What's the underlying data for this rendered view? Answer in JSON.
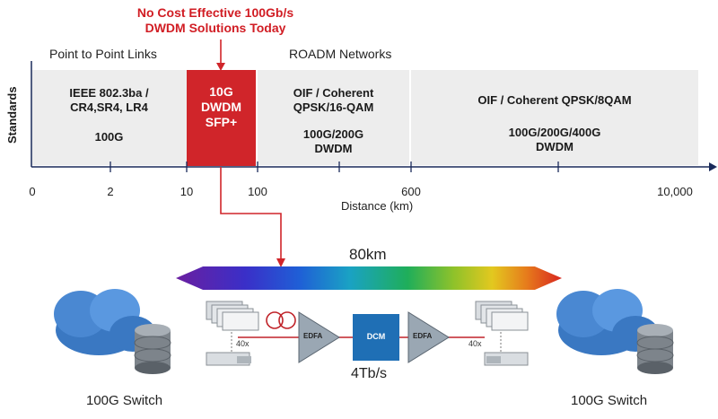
{
  "callout": {
    "line1": "No Cost Effective 100Gb/s",
    "line2": "DWDM Solutions Today"
  },
  "sections": {
    "left": "Point to Point Links",
    "right": "ROADM Networks"
  },
  "yaxis_label": "Standards",
  "cells": [
    {
      "line1": "IEEE 802.3ba /",
      "line2": "CR4,SR4, LR4",
      "line3": "100G"
    },
    {
      "line1": "10G",
      "line2": "DWDM",
      "line3": "SFP+"
    },
    {
      "line1": "OIF / Coherent",
      "line2": "QPSK/16-QAM",
      "line3": "100G/200G",
      "line4": "DWDM"
    },
    {
      "line1": "OIF / Coherent QPSK/8QAM",
      "line2": "100G/200G/400G",
      "line3": "DWDM"
    }
  ],
  "ticks": [
    "0",
    "2",
    "10",
    "100",
    "600",
    "10,000"
  ],
  "xaxis_label": "Distance (km)",
  "span_label": "80km",
  "components": {
    "amp1": "EDFA",
    "dcm": "DCM",
    "amp2": "EDFA",
    "count_left": "40x",
    "count_right": "40x"
  },
  "capacity_label": "4Tb/s",
  "switch_left": "100G Switch",
  "switch_right": "100G Switch",
  "colors": {
    "accent": "#d0252a",
    "band": "#ededed",
    "axis": "#1a2a5a",
    "dcm": "#1f6fb5",
    "amp": "#8a9aa8",
    "cloud": "#3a78c2"
  }
}
